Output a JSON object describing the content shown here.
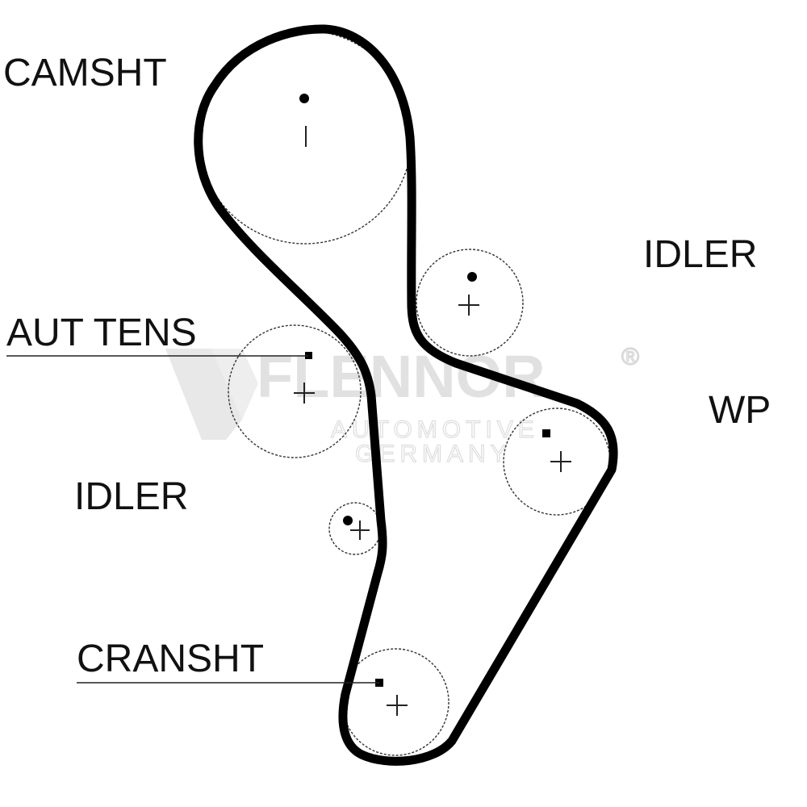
{
  "labels": {
    "camshaft": "CAMSHT",
    "idler_upper": "IDLER",
    "auto_tensioner": "AUT TENS",
    "water_pump": "WP",
    "idler_lower": "IDLER",
    "crankshaft": "CRANSHT"
  },
  "watermark": {
    "brand": "FLENNOR",
    "registered": "®",
    "line1": "AUTOMOTIVE",
    "line2": "GERMANY"
  },
  "colors": {
    "belt": "#000000",
    "pulley_outline": "#333333",
    "watermark": "#c9c9c9",
    "background": "#ffffff"
  }
}
